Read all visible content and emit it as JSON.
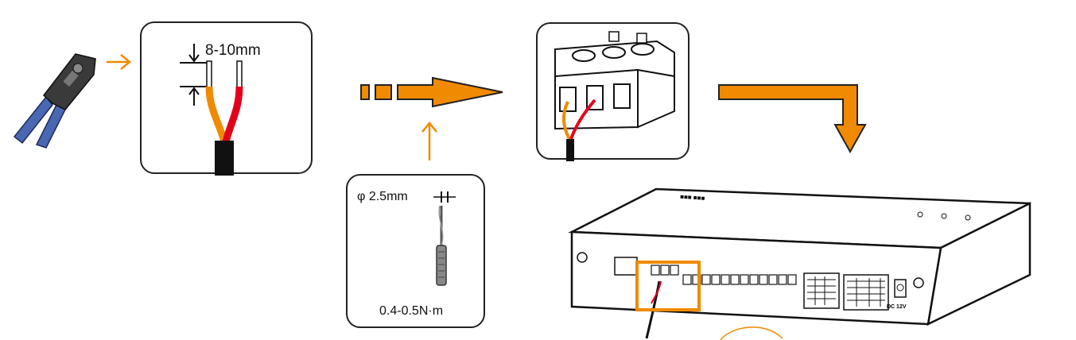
{
  "strip_panel": {
    "length_label": "8-10mm"
  },
  "torque_panel": {
    "diameter_label": "φ 2.5mm",
    "torque_label": "0.4-0.5N·m"
  },
  "colors": {
    "accent": "#f08a00",
    "wire_red": "#e3001b",
    "wire_black": "#111111",
    "tool_blue": "#4a67b3",
    "outline": "#222222"
  },
  "icons": [
    "crimping-tool-icon",
    "screwdriver-icon",
    "terminal-block-icon",
    "device-icon"
  ]
}
